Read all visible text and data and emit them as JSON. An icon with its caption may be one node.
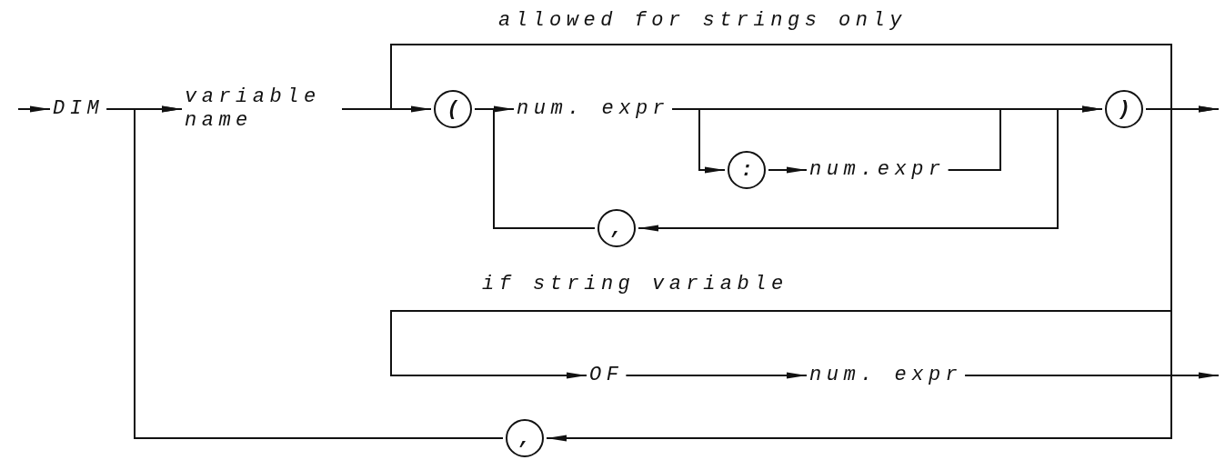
{
  "diagram": {
    "nodes": [
      {
        "text": [
          "DIM"
        ]
      },
      {
        "text": [
          "variable name"
        ]
      },
      {
        "text": [
          "("
        ]
      },
      {
        "text": [
          "num. expr"
        ]
      },
      {
        "text": [
          ":"
        ]
      },
      {
        "text": [
          "num.expr"
        ]
      },
      {
        "text": [
          ","
        ]
      },
      {
        "text": [
          ")"
        ]
      },
      {
        "text": [
          "OF"
        ]
      },
      {
        "text": [
          "num. expr"
        ]
      },
      {
        "text": [
          ","
        ]
      }
    ],
    "edges": [
      {
        "from": null,
        "to": 0,
        "arrow": "to"
      },
      {
        "from": 0,
        "to": 1,
        "arrow": "to"
      },
      {
        "from": 1,
        "to": 2,
        "arrow": "to"
      },
      {
        "from": 1,
        "to": null,
        "arrow": "to"
      },
      {
        "from": 2,
        "to": 3,
        "arrow": "none"
      },
      {
        "from": 3,
        "to": 4,
        "arrow": "to"
      },
      {
        "from": 4,
        "to": 5,
        "arrow": "to"
      },
      {
        "from": 5,
        "to": 7,
        "arrow": "to"
      },
      {
        "from": 3,
        "to": 7,
        "arrow": "to"
      },
      {
        "from": 3,
        "to": 6,
        "arrow": "to"
      },
      {
        "from": 6,
        "to": 3,
        "arrow": "to"
      },
      {
        "from": 7,
        "to": null,
        "arrow": "to"
      },
      {
        "from": 7,
        "to": 8,
        "arrow": "to"
      },
      {
        "from": 8,
        "to": 9,
        "arrow": "to"
      },
      {
        "from": 9,
        "to": null,
        "arrow": "to"
      },
      {
        "from": 9,
        "to": 10,
        "arrow": "to"
      },
      {
        "from": 10,
        "to": 1,
        "arrow": "to"
      }
    ],
    "labels": [
      "allowed for strings only",
      "if string variable"
    ]
  }
}
